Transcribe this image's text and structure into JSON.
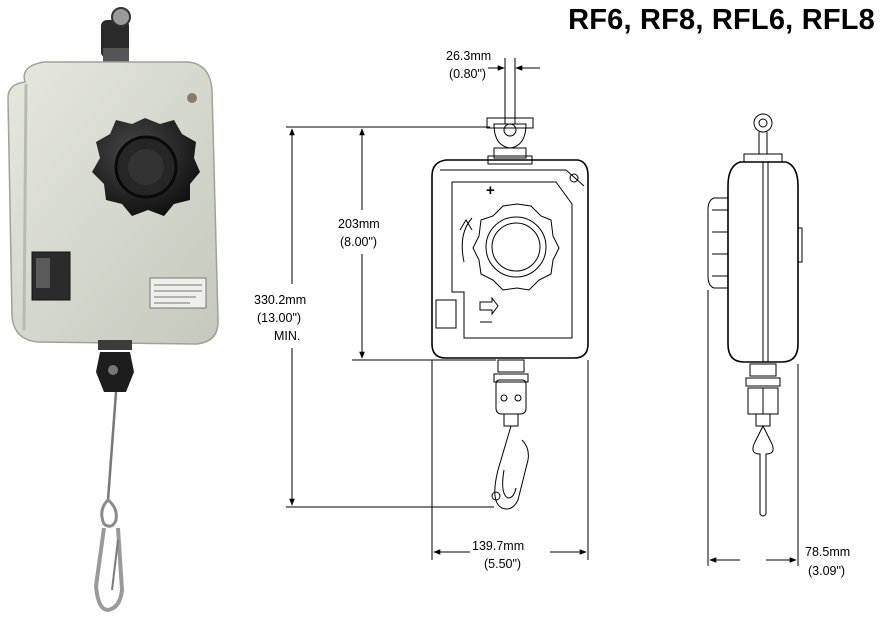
{
  "title": "RF6, RF8, RFL6, RFL8",
  "photo": {
    "label_lines": [
      "",
      "",
      ""
    ]
  },
  "dimensions": {
    "shackle_width": {
      "metric": "26.3mm",
      "imperial": "(0.80\")"
    },
    "body_height": {
      "metric": "203mm",
      "imperial": "(8.00\")"
    },
    "overall_height": {
      "metric": "330.2mm",
      "imperial": "(13.00\")",
      "note": "MIN."
    },
    "body_width": {
      "metric": "139.7mm",
      "imperial": "(5.50\")"
    },
    "body_depth": {
      "metric": "78.5mm",
      "imperial": "(3.09\")"
    }
  },
  "symbols": {
    "plus": "+",
    "minus": "−"
  },
  "colors": {
    "body": "#d9dbd2",
    "knob": "#1c1c1c",
    "ink": "#000000"
  }
}
